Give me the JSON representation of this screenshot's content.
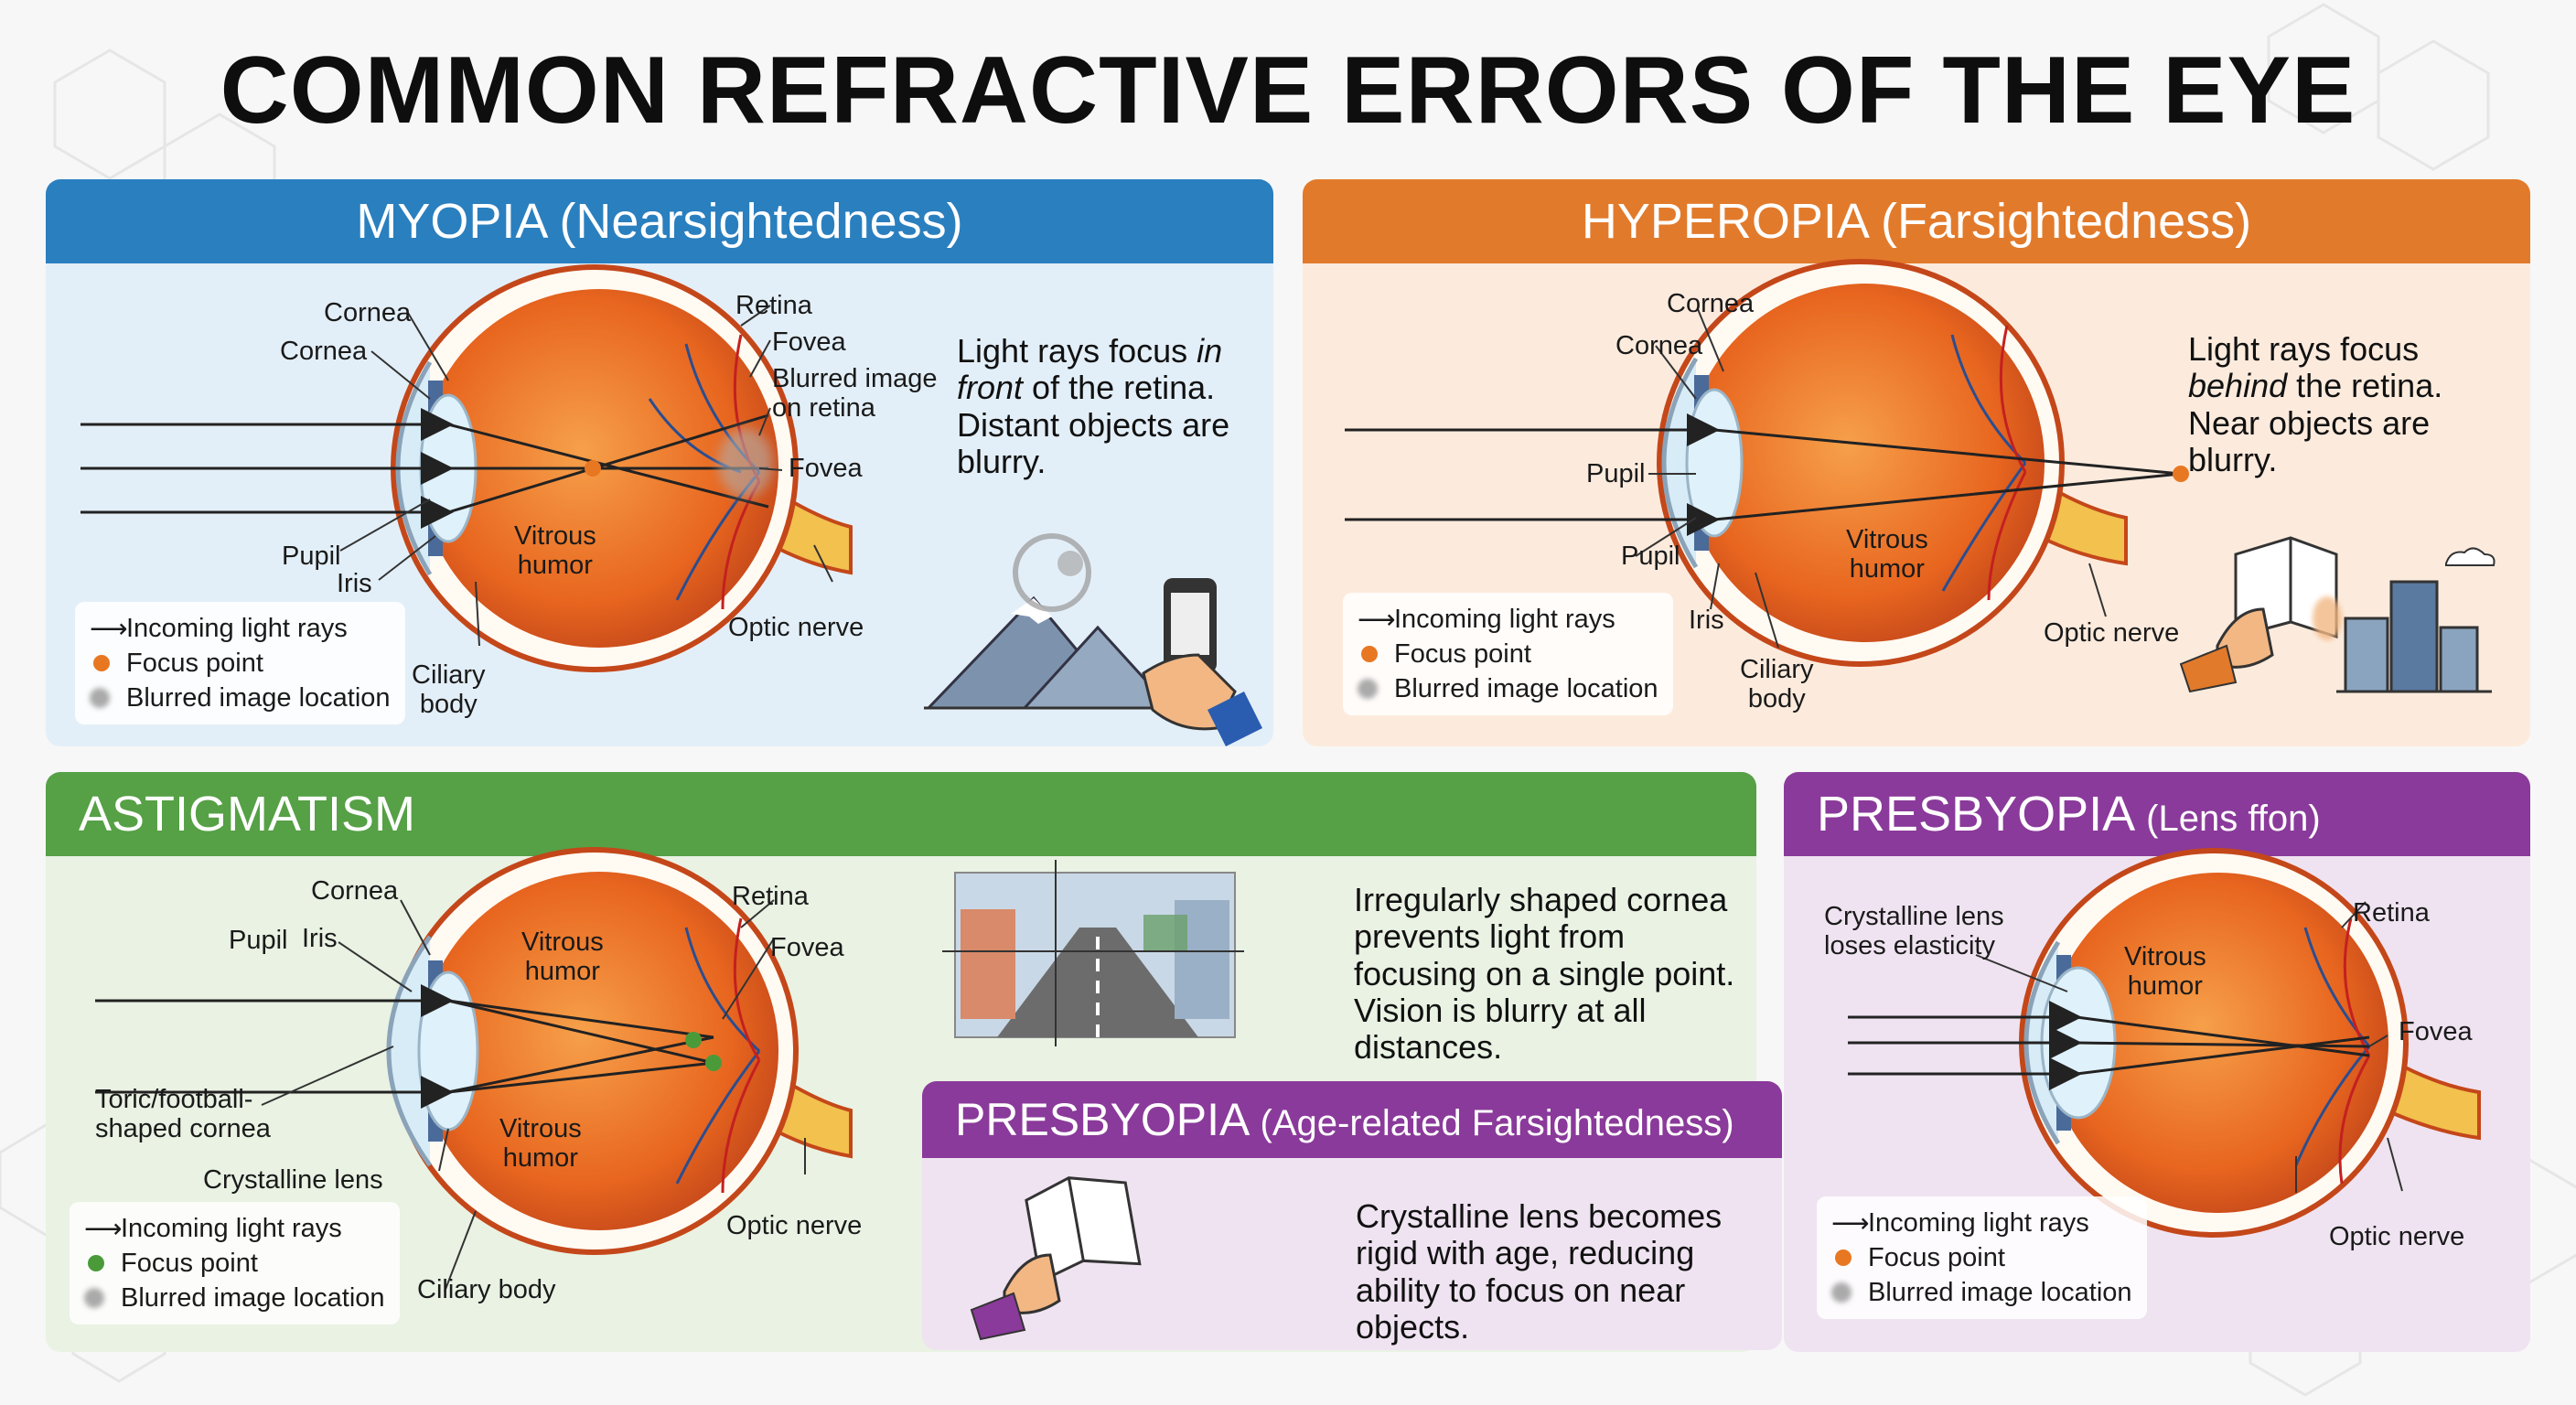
{
  "title": "COMMON REFRACTIVE ERRORS OF THE EYE",
  "colors": {
    "myopia": "#2a7fbf",
    "hyperopia": "#e27a2b",
    "astigmatism": "#56a046",
    "presbyopia": "#8a3a9a",
    "eye_orange": "#e8661f",
    "focus_orange": "#e87722",
    "focus_green": "#4a9a3a"
  },
  "myopia": {
    "title": "MYOPIA",
    "subtitle": "(Nearsightedness)",
    "labels": {
      "cornea_top": "Cornea",
      "cornea": "Cornea",
      "pupil": "Pupil",
      "iris": "Iris",
      "vitrous": "Vitrous\nhumor",
      "ciliary": "Ciliary\nbody",
      "retina": "Retina",
      "fovea_top": "Fovea",
      "blurred": "Blurred image\non retina",
      "fovea": "Fovea",
      "optic": "Optic nerve"
    },
    "description_1": "Light rays focus ",
    "description_em": "in front",
    "description_2": " of the retina. Distant objects are blurry.",
    "legend": [
      "Incoming light rays",
      "Focus point",
      "Blurred image location"
    ]
  },
  "hyperopia": {
    "title": "HYPEROPIA",
    "subtitle": "(Farsightedness)",
    "labels": {
      "cornea_top": "Cornea",
      "cornea": "Cornea",
      "pupil_top": "Pupil",
      "pupil": "Pupil",
      "iris": "Iris",
      "vitrous": "Vitrous\nhumor",
      "ciliary": "Ciliary\nbody",
      "optic": "Optic nerve"
    },
    "description_1": "Light rays focus ",
    "description_em": "behind",
    "description_2": " the retina. Near objects are blurry.",
    "legend": [
      "Incoming light rays",
      "Focus point",
      "Blurred image location"
    ]
  },
  "astigmatism": {
    "title": "ASTIGMATISM",
    "labels": {
      "cornea": "Cornea",
      "pupil": "Pupil",
      "iris": "Iris",
      "vitrous_top": "Vitrous\nhumor",
      "vitrous_bottom": "Vitrous\nhumor",
      "retina": "Retina",
      "fovea": "Fovea",
      "toric": "Toric/football-\nshaped cornea",
      "crystalline": "Crystalline lens",
      "ciliary": "Ciliary body",
      "optic": "Optic nerve"
    },
    "description": "Irregularly shaped cornea prevents light from focusing on a single point. Vision is blurry at all distances.",
    "legend": [
      "Incoming light rays",
      "Focus point",
      "Blurred image location"
    ]
  },
  "presbyopia_right": {
    "title": "PRESBYOPIA",
    "subtitle": "(Lens ffon)",
    "labels": {
      "crystalline": "Crystalline lens\nloses elasticity",
      "retina": "Retina",
      "vitrous": "Vitrous\nhumor",
      "fovea": "Fovea",
      "optic": "Optic nerve"
    },
    "legend": [
      "Incoming light rays",
      "Focus point",
      "Blurred image location"
    ]
  },
  "presbyopia_bottom": {
    "title": "PRESBYOPIA",
    "subtitle": "(Age-related Farsightedness)",
    "description": "Crystalline lens becomes rigid with age, reducing ability to focus on near objects."
  }
}
